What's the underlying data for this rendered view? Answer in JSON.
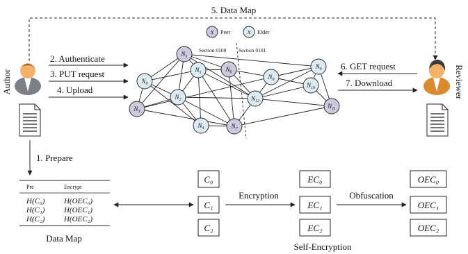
{
  "colors": {
    "peer_fill": "#cfc9df",
    "elder_fill": "#dcebf4",
    "person_skin": "#f4b16a",
    "person_suit": "#7b7f86",
    "reviewer_suit": "#d98a2e"
  },
  "top_arrow_label": "5. Data Map",
  "actors": {
    "author": "Author",
    "reviewer": "Reviewer"
  },
  "left_arrows": [
    "2. Authenticate",
    "3. PUT request",
    "4. Upload"
  ],
  "right_arrows": [
    "6. GET request",
    "7. Download"
  ],
  "legend": {
    "peer_symbol": "X",
    "peer_label": "Peer",
    "elder_symbol": "X",
    "elder_label": "Elder"
  },
  "sections": [
    "Section 0100",
    "Section 0101"
  ],
  "nodes": [
    {
      "id": "N1",
      "base": "N",
      "sub": "1",
      "type": "peer"
    },
    {
      "id": "N0",
      "base": "N",
      "sub": "0",
      "type": "elder"
    },
    {
      "id": "N5",
      "base": "N",
      "sub": "5",
      "type": "elder"
    },
    {
      "id": "N6",
      "base": "N",
      "sub": "6",
      "type": "peer"
    },
    {
      "id": "N8",
      "base": "N",
      "sub": "8",
      "type": "elder"
    },
    {
      "id": "N9",
      "base": "N",
      "sub": "9",
      "type": "elder"
    },
    {
      "id": "N2",
      "base": "N",
      "sub": "2",
      "type": "elder"
    },
    {
      "id": "N10",
      "base": "N",
      "sub": "10",
      "type": "elder"
    },
    {
      "id": "N12",
      "base": "N",
      "sub": "12",
      "type": "elder"
    },
    {
      "id": "N3",
      "base": "N",
      "sub": "3",
      "type": "peer"
    },
    {
      "id": "N11",
      "base": "N",
      "sub": "11",
      "type": "peer"
    },
    {
      "id": "N4",
      "base": "N",
      "sub": "4",
      "type": "elder"
    },
    {
      "id": "N7",
      "base": "N",
      "sub": "7",
      "type": "peer"
    }
  ],
  "prepare_label": "1. Prepare",
  "data_map_table": {
    "headers": [
      "Pre",
      "Encrypt"
    ],
    "rows": [
      [
        "H(C₀)",
        "H(OEC₀)"
      ],
      [
        "H(C₁)",
        "H(OEC₁)"
      ],
      [
        "H(C₂)",
        "H(OEC₂)"
      ]
    ],
    "caption": "Data Map"
  },
  "chunks": {
    "c": [
      "C₀",
      "C₁",
      "C₂"
    ],
    "ec": [
      "EC₀",
      "EC₁",
      "EC₂"
    ],
    "oec": [
      "OEC₀",
      "OEC₁",
      "OEC₂"
    ]
  },
  "encryption_label": "Encryption",
  "obfuscation_label": "Obfuscation",
  "self_encryption_label": "Self-Encryption"
}
